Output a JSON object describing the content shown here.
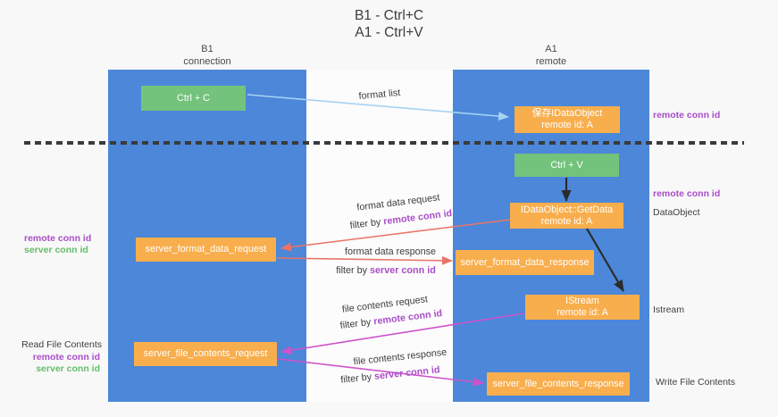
{
  "title": {
    "line1": "B1 - Ctrl+C",
    "line2": "A1 - Ctrl+V"
  },
  "columns": {
    "left": {
      "header_line1": "B1",
      "header_line2": "connection"
    },
    "right": {
      "header_line1": "A1",
      "header_line2": "remote"
    }
  },
  "nodes": {
    "ctrl_c": {
      "label": "Ctrl + C"
    },
    "save_idataobject": {
      "line1": "保存IDataObject",
      "line2": "remote id: A"
    },
    "ctrl_v": {
      "label": "Ctrl + V"
    },
    "getdata": {
      "line1": "IDataObject::GetData",
      "line2": "remote id: A"
    },
    "server_format_data_request": {
      "label": "server_format_data_request"
    },
    "server_format_data_response": {
      "label": "server_format_data_response"
    },
    "istream": {
      "line1": "IStream",
      "line2": "remote id: A"
    },
    "server_file_contents_request": {
      "label": "server_file_contents_request"
    },
    "server_file_contents_response": {
      "label": "server_file_contents_response"
    }
  },
  "flow": {
    "format_list": "format list",
    "format_data_request": "format data request",
    "format_data_response": "format data response",
    "file_contents_request": "file contents request",
    "file_contents_response": "file contents response",
    "filter_by": "filter by",
    "remote_conn_id": "remote conn id",
    "server_conn_id": "server conn id"
  },
  "side": {
    "right_top_remote_conn_id": "remote conn id",
    "right_mid_remote_conn_id": "remote conn id",
    "dataobject": "DataObject",
    "istream": "Istream",
    "write_file_contents": "Write File Contents",
    "left_top_remote_conn_id": "remote conn id",
    "left_top_server_conn_id": "server conn id",
    "read_file_contents": "Read File Contents",
    "left_bottom_remote_conn_id": "remote conn id",
    "left_bottom_server_conn_id": "server conn id"
  },
  "colors": {
    "lane_blue": "#4c87d9",
    "node_green": "#74c37c",
    "node_orange": "#f8ae4d",
    "arrow_light_blue": "#a5d3f3",
    "arrow_black": "#2b2b2b",
    "arrow_red": "#e97468",
    "arrow_magenta": "#cf52cb",
    "label_purple": "#a94ec7",
    "label_green": "#67bd6b",
    "divider_dark": "#3a3a3a",
    "background": "#f8f8f8"
  }
}
